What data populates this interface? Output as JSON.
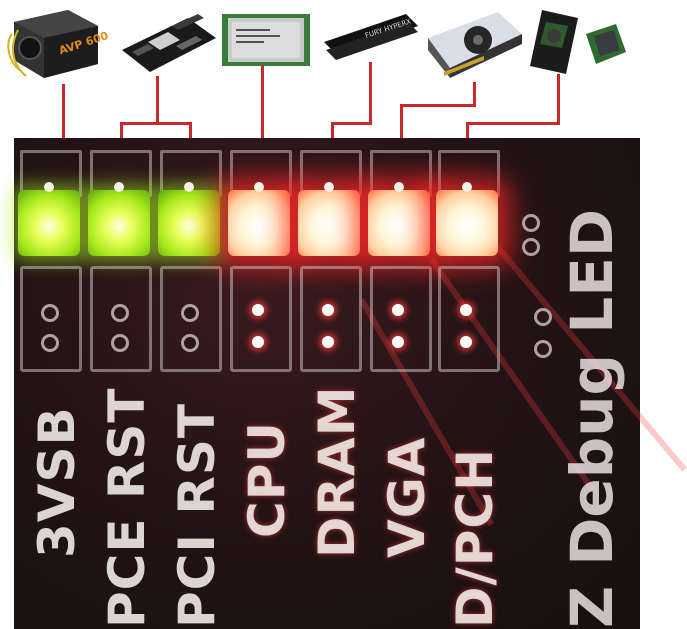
{
  "components": [
    {
      "name": "power-supply",
      "label": "AVP 600"
    },
    {
      "name": "motherboard",
      "label": ""
    },
    {
      "name": "cpu",
      "label": ""
    },
    {
      "name": "ram",
      "label": "FURY HYPERX"
    },
    {
      "name": "graphics-card",
      "label": ""
    },
    {
      "name": "hard-drive",
      "label": ""
    },
    {
      "name": "chipset",
      "label": ""
    }
  ],
  "leds": [
    {
      "label": "3VSB",
      "color": "green"
    },
    {
      "label": "PCE RST",
      "color": "green"
    },
    {
      "label": "PCI RST",
      "color": "green"
    },
    {
      "label": "CPU",
      "color": "red"
    },
    {
      "label": "DRAM",
      "color": "red"
    },
    {
      "label": "VGA",
      "color": "red"
    },
    {
      "label": "D/PCH",
      "color": "red"
    }
  ],
  "board_title": "Z Debug LED",
  "colors": {
    "board": "#241316",
    "wire": "#c8282c",
    "led_green": "#a6e81a",
    "led_red": "#ff6a3a"
  }
}
